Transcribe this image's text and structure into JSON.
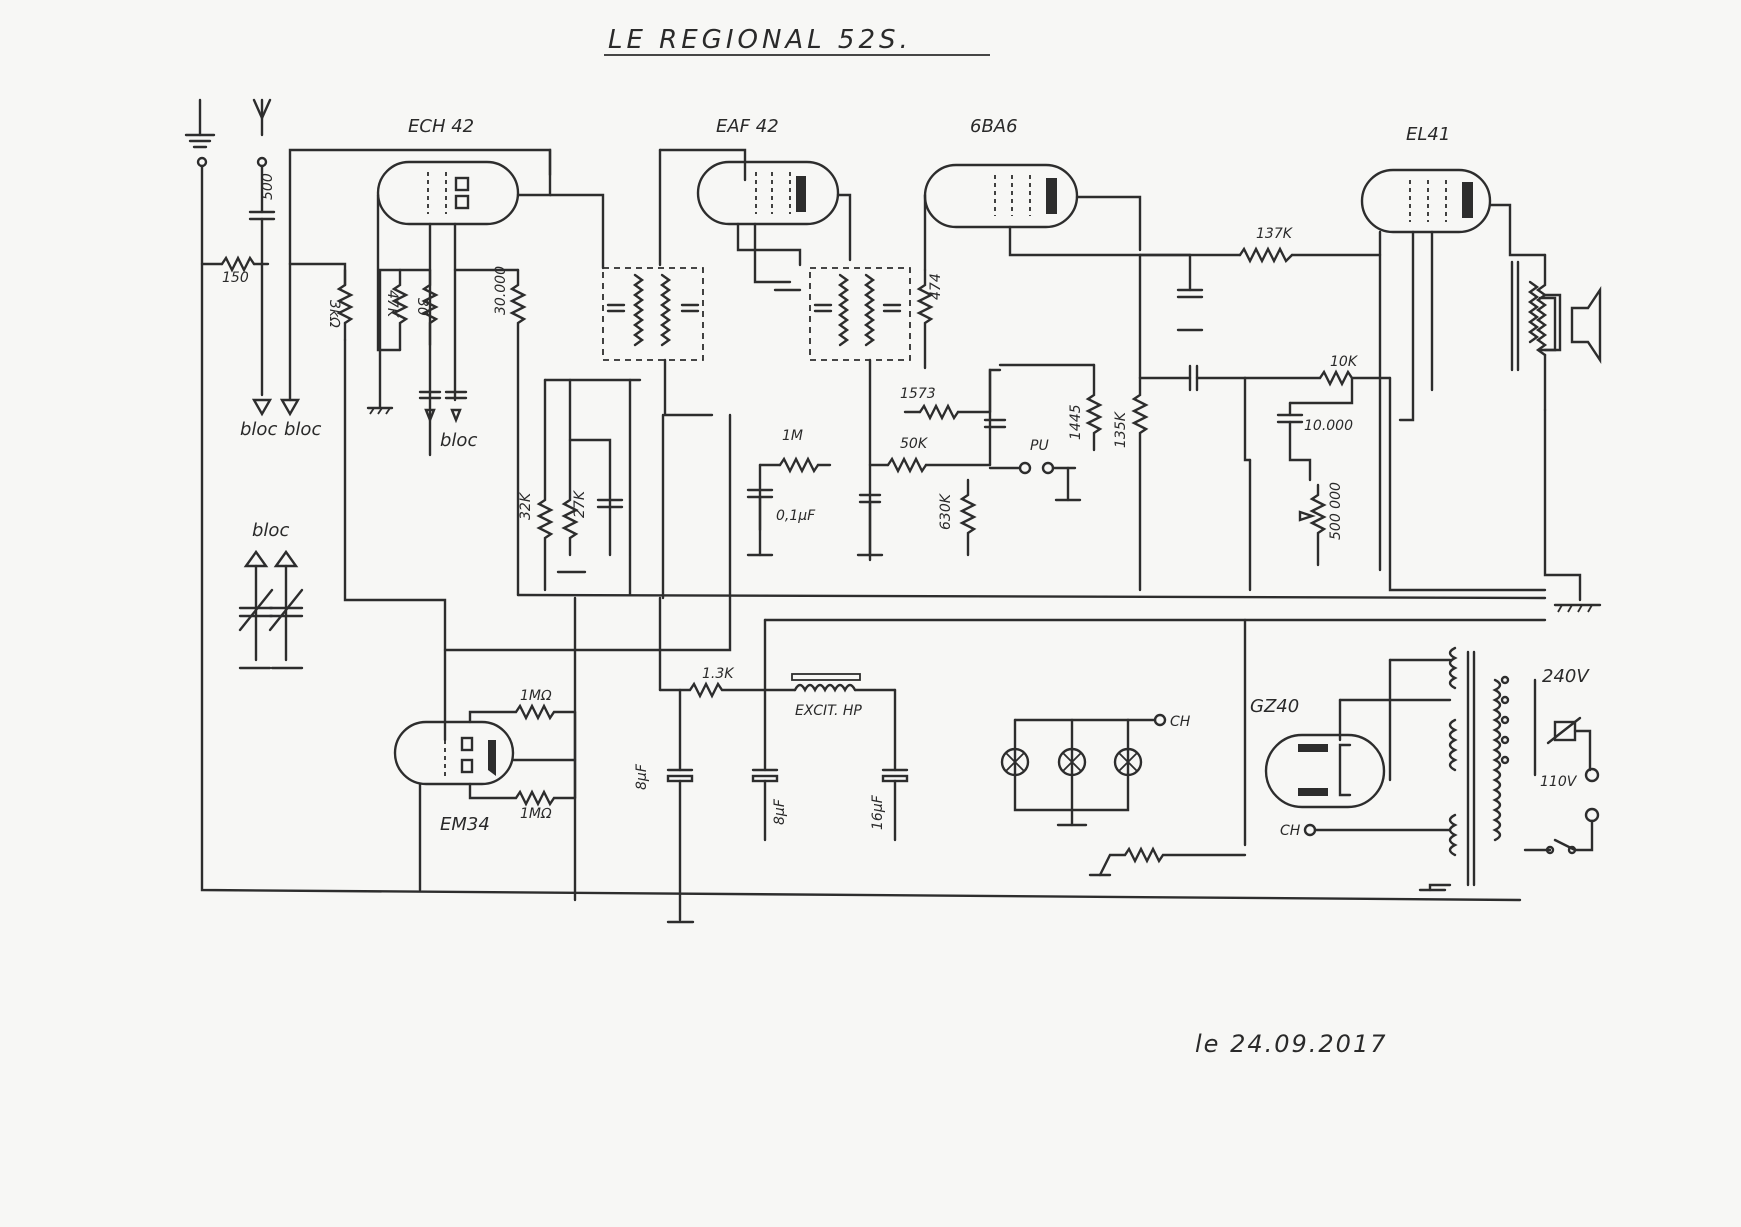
{
  "title": "LE REGIONAL 52S.",
  "date": "le 24.09.2017",
  "tubes": {
    "mixer": "ECH 42",
    "if_amp": "EAF 42",
    "audio_pre": "6BA6",
    "output": "EL41",
    "indicator": "EM34",
    "rectifier": "GZ40"
  },
  "labels": {
    "r_150": "150",
    "c_500": "500",
    "r_3k": "3kΩ",
    "r_47k": "47K",
    "r_30": "30",
    "r_30000": "30.000",
    "r_474": "474",
    "r_1573": "1573",
    "r_1m": "1M",
    "c_01uf": "0,1µF",
    "r_50k": "50K",
    "r_630k": "630K",
    "r_1445": "1445",
    "r_135k": "135K",
    "r_137k": "137K",
    "r_10k": "10K",
    "c_10000": "10.000",
    "pot_500000": "500 000",
    "r_32k": "32K",
    "r_27k": "27K",
    "r_13k": "1.3K",
    "excit": "EXCIT. HP",
    "c_8uf_a": "8µF",
    "c_8uf_b": "8µF",
    "c_16uf": "16µF",
    "r_1mohm_a": "1MΩ",
    "r_1mohm_b": "1MΩ",
    "pu": "PU",
    "ch_a": "CH",
    "ch_b": "CH",
    "v240": "240V",
    "v110": "110V",
    "bloc_a": "bloc",
    "bloc_b": "bloc",
    "bloc_c": "bloc",
    "bloc_d": "bloc"
  }
}
